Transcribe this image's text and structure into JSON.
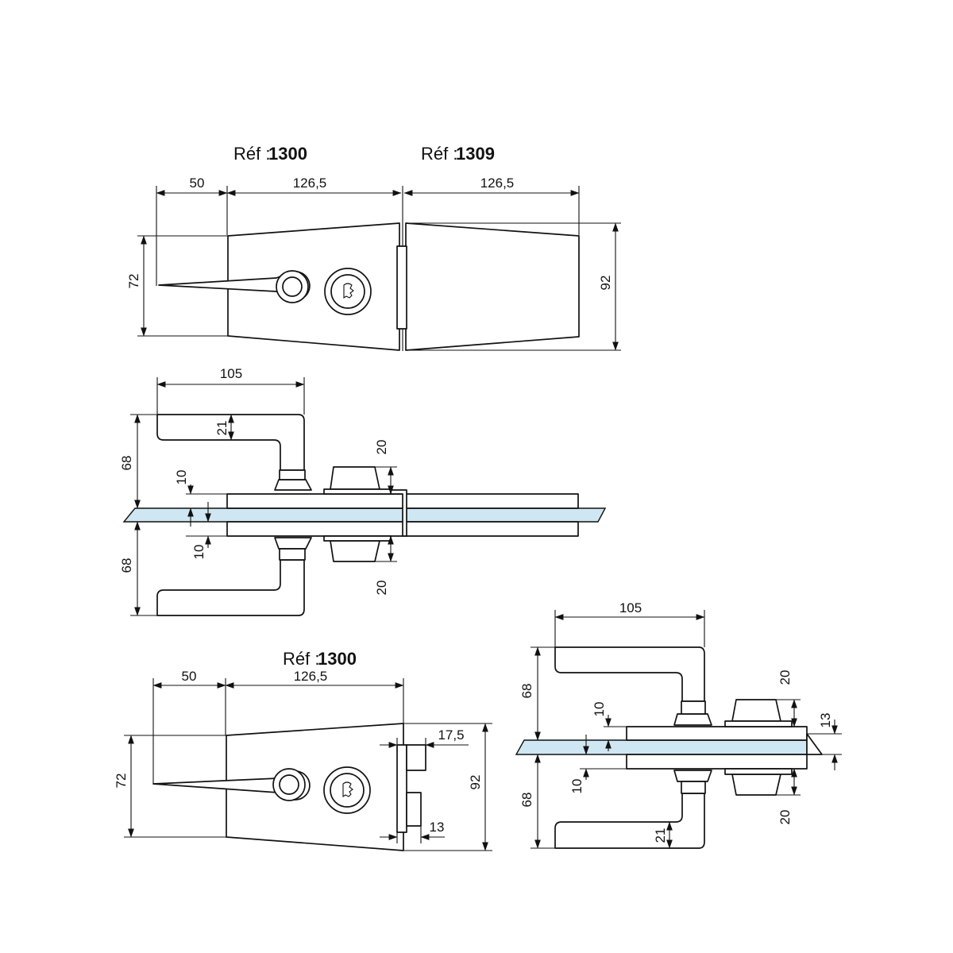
{
  "colors": {
    "line": "#111111",
    "glass": "#cfe7f3",
    "background": "#ffffff"
  },
  "ref_prefix": "Réf :",
  "ref_1300": "1300",
  "ref_1309": "1309",
  "dim": {
    "d50": "50",
    "d126_5": "126,5",
    "d72": "72",
    "d92": "92",
    "d105": "105",
    "d68": "68",
    "d21": "21",
    "d20": "20",
    "d10": "10",
    "d17_5": "17,5",
    "d13": "13"
  }
}
